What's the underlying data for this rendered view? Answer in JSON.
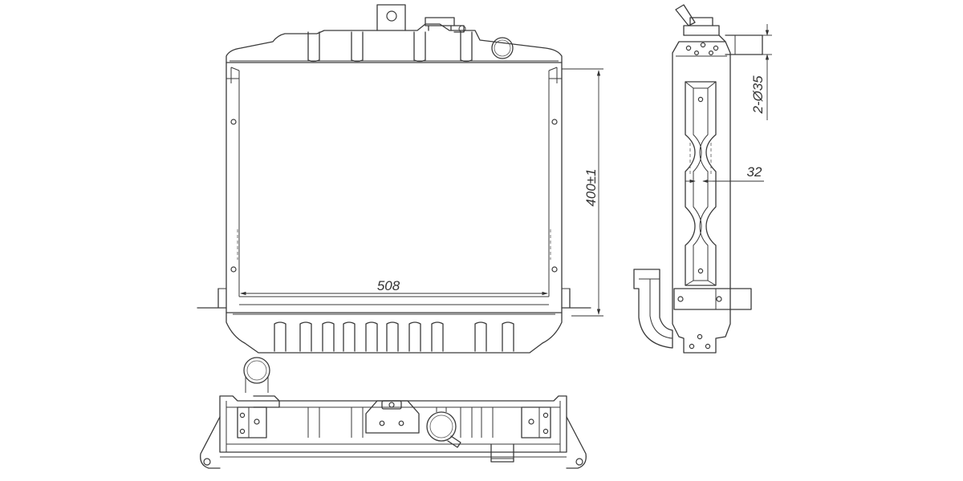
{
  "dimensions": {
    "width_label": "508",
    "height_label": "400±1",
    "pipe_diameter_label": "2-Ø35",
    "tank_depth_label": "32"
  },
  "colors": {
    "line": "#3a3a3a",
    "background": "#ffffff"
  }
}
